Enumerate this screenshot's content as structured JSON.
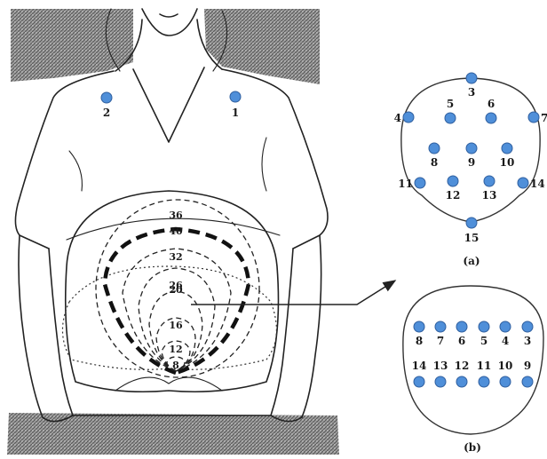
{
  "colors": {
    "electrode": "#4f8fd9",
    "electrode_stroke": "#2f5f9f",
    "ink": "#222222",
    "shading": "#8a8a8a"
  },
  "figure": {
    "torso_electrodes": [
      "2",
      "1"
    ],
    "gestation_contours": [
      "36",
      "40",
      "32",
      "26",
      "20",
      "16",
      "12",
      "8"
    ],
    "panel_a": {
      "caption": "(a)",
      "electrodes": [
        "3",
        "5",
        "6",
        "4",
        "7",
        "8",
        "9",
        "10",
        "11",
        "12",
        "13",
        "14",
        "15"
      ]
    },
    "panel_b": {
      "caption": "(b)",
      "top_row": [
        "8",
        "7",
        "6",
        "5",
        "4",
        "3"
      ],
      "bottom_row": [
        "14",
        "13",
        "12",
        "11",
        "10",
        "9"
      ]
    }
  }
}
